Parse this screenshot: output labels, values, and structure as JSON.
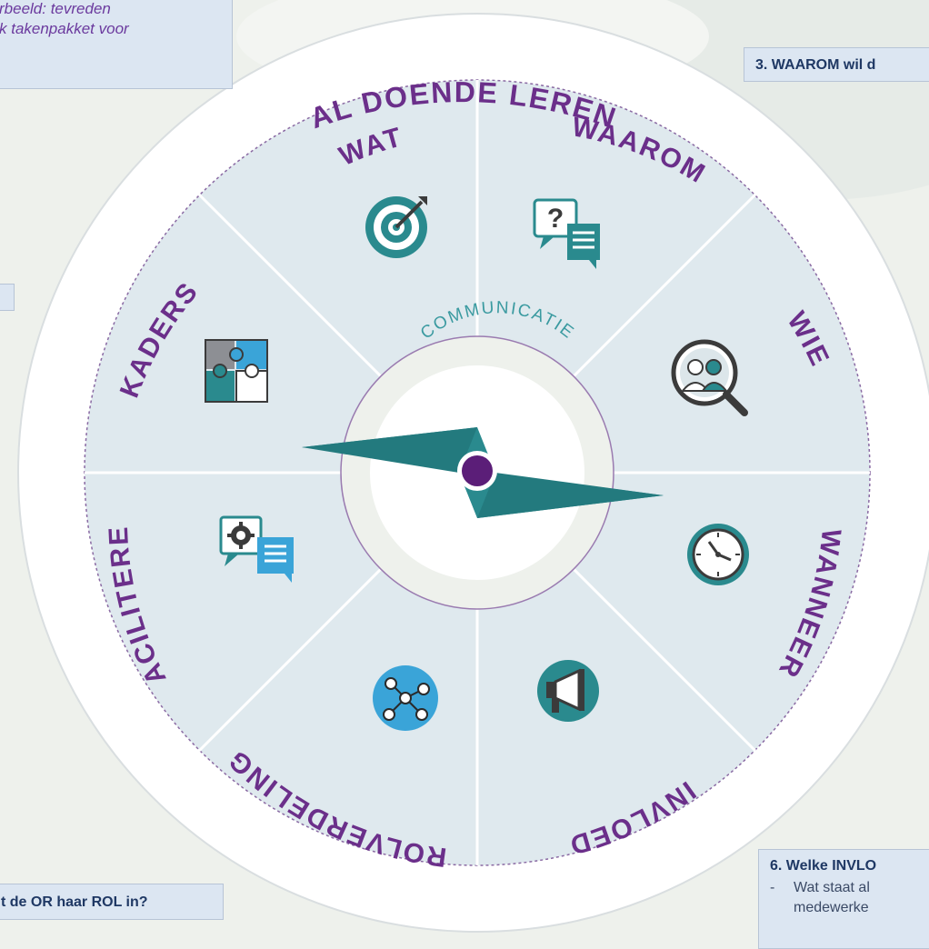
{
  "notes": {
    "top_left_line1": "rbeeld: tevreden",
    "top_left_line2": "k takenpakket voor",
    "q3": "3. WAAROM wil d",
    "q6_title": "6. Welke INVLO",
    "q6_dash": "-",
    "q6_line1": "Wat staat al",
    "q6_line2": "medewerke",
    "bottom_left": "t de OR haar ROL in?"
  },
  "wheel": {
    "outer_label": "AL DOENDE LEREN",
    "center_label": "COMMUNICATIE",
    "segments": [
      {
        "label": "WAT",
        "icon": "target-icon"
      },
      {
        "label": "WAAROM",
        "icon": "question-chat-icon"
      },
      {
        "label": "WIE",
        "icon": "people-search-icon"
      },
      {
        "label": "WANNEER",
        "icon": "clock-icon"
      },
      {
        "label": "INVLOED",
        "icon": "megaphone-icon"
      },
      {
        "label": "ROLVERDELING",
        "icon": "network-icon"
      },
      {
        "label": "FACILITEREN",
        "icon": "gear-chat-icon"
      },
      {
        "label": "KADERS",
        "icon": "puzzle-icon"
      }
    ]
  },
  "colors": {
    "teal": "#2a8a8e",
    "purple": "#5b1e78",
    "label_purple": "#6b2f8a",
    "sector_fill": "#dfe9ee",
    "box_fill": "#dce6f2"
  }
}
